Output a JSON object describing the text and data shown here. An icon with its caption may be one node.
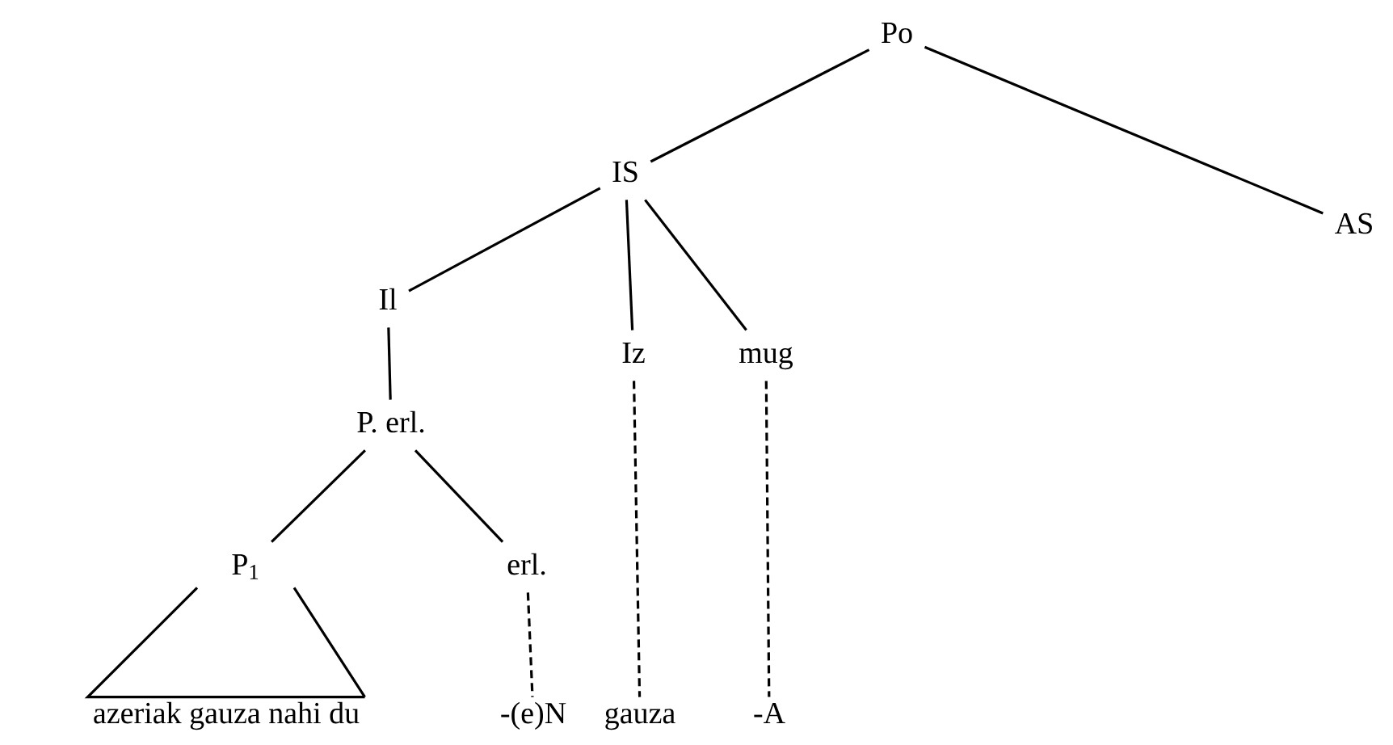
{
  "diagram": {
    "nodes": [
      {
        "text": [
          "Po"
        ]
      },
      {
        "text": [
          "IS"
        ]
      },
      {
        "text": [
          "AS"
        ]
      },
      {
        "text": [
          "Il"
        ]
      },
      {
        "text": [
          "Iz"
        ]
      },
      {
        "text": [
          "mug"
        ]
      },
      {
        "text": [
          "P.  erl."
        ]
      },
      {
        "text": [
          "P$_{1}$"
        ]
      },
      {
        "text": [
          "erl."
        ]
      },
      {
        "text": [
          "azeriak  gauza  nahi  du"
        ]
      },
      {
        "text": [
          "-(e)N"
        ]
      },
      {
        "text": [
          "gauza"
        ]
      },
      {
        "text": [
          "-A"
        ]
      }
    ],
    "edges": [
      {
        "from": 0,
        "to": 1,
        "arrow": "none"
      },
      {
        "from": 0,
        "to": 2,
        "arrow": "none"
      },
      {
        "from": 1,
        "to": 3,
        "arrow": "none"
      },
      {
        "from": 1,
        "to": 4,
        "arrow": "none"
      },
      {
        "from": 1,
        "to": 5,
        "arrow": "none"
      },
      {
        "from": 3,
        "to": 6,
        "arrow": "none"
      },
      {
        "from": 6,
        "to": 7,
        "arrow": "none"
      },
      {
        "from": 6,
        "to": 8,
        "arrow": "none"
      },
      {
        "from": 7,
        "to": 9,
        "arrow": "none"
      },
      {
        "from": 8,
        "to": 10,
        "arrow": "none",
        "style": "dashed"
      },
      {
        "from": 4,
        "to": 11,
        "arrow": "none",
        "style": "dashed"
      },
      {
        "from": 5,
        "to": 12,
        "arrow": "none",
        "style": "dashed"
      }
    ]
  }
}
